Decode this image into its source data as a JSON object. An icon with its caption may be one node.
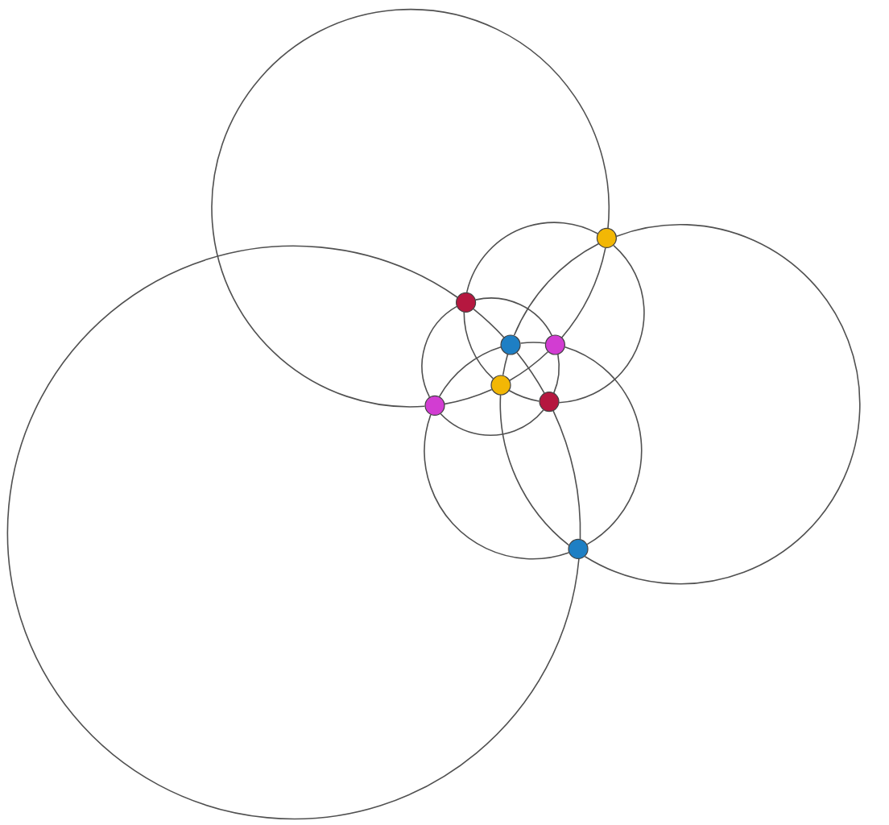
{
  "diagram": {
    "nodes": [
      {
        "text": [],
        "shape": "circle"
      },
      {
        "text": [],
        "shape": "circle"
      },
      {
        "text": [],
        "shape": "circle"
      },
      {
        "text": [],
        "shape": "circle"
      },
      {
        "text": [],
        "shape": "circle"
      },
      {
        "text": [],
        "shape": "circle"
      },
      {
        "text": [],
        "shape": "circle"
      },
      {
        "text": [],
        "shape": "circle"
      }
    ],
    "edges": [
      {
        "from": 0,
        "to": 3,
        "arrow": "none"
      },
      {
        "from": 3,
        "to": 4,
        "arrow": "none"
      },
      {
        "from": 4,
        "to": 6,
        "arrow": "none"
      },
      {
        "from": 6,
        "to": 0,
        "arrow": "none"
      },
      {
        "from": 1,
        "to": 2,
        "arrow": "none"
      },
      {
        "from": 2,
        "to": 5,
        "arrow": "none"
      },
      {
        "from": 5,
        "to": 7,
        "arrow": "none"
      },
      {
        "from": 7,
        "to": 1,
        "arrow": "none"
      },
      {
        "from": 4,
        "to": 2,
        "arrow": "none"
      },
      {
        "from": 2,
        "to": 0,
        "arrow": "none"
      },
      {
        "from": 0,
        "to": 7,
        "arrow": "none"
      },
      {
        "from": 7,
        "to": 4,
        "arrow": "none"
      },
      {
        "from": 1,
        "to": 0,
        "arrow": "none"
      },
      {
        "from": 0,
        "to": 5,
        "arrow": "none"
      },
      {
        "from": 5,
        "to": 4,
        "arrow": "none"
      },
      {
        "from": 4,
        "to": 1,
        "arrow": "none"
      },
      {
        "from": 1,
        "to": 3,
        "arrow": "none"
      },
      {
        "from": 3,
        "to": 5,
        "arrow": "none"
      },
      {
        "from": 5,
        "to": 6,
        "arrow": "none"
      },
      {
        "from": 6,
        "to": 1,
        "arrow": "none"
      },
      {
        "from": 6,
        "to": 2,
        "arrow": "none"
      },
      {
        "from": 2,
        "to": 3,
        "arrow": "none"
      },
      {
        "from": 3,
        "to": 7,
        "arrow": "none"
      },
      {
        "from": 7,
        "to": 6,
        "arrow": "none"
      }
    ]
  }
}
